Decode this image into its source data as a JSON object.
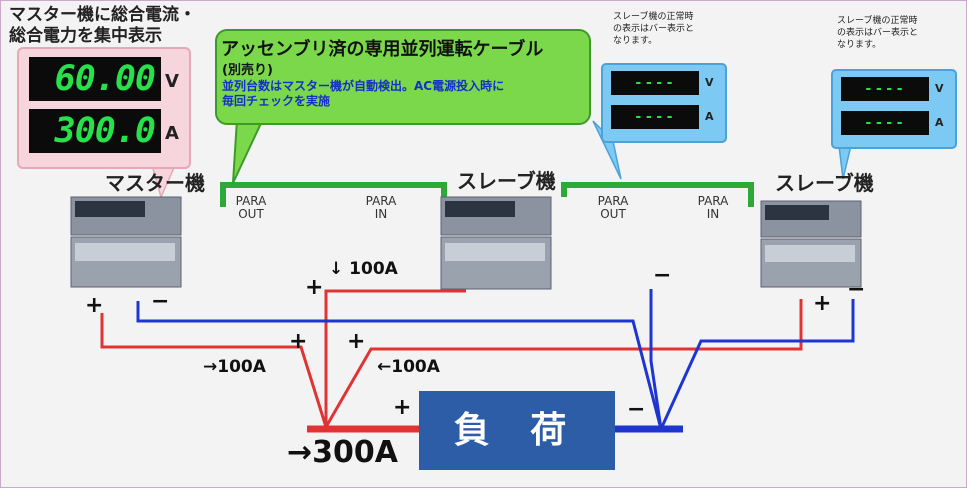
{
  "master_heading": [
    "マスター機に総合電流・",
    "総合電力を集中表示"
  ],
  "master_display": {
    "voltage": "60.00",
    "voltage_unit": "V",
    "current": "300.0",
    "current_unit": "A"
  },
  "cable_callout": {
    "title": "アッセンブリ済の専用並列運転ケーブル",
    "subtitle": "(別売り)",
    "note_line1": "並列台数はマスター機が自動検出。AC電源投入時に",
    "note_line2": "毎回チェックを実施"
  },
  "slave_note": [
    "スレーブ機の正常時",
    "の表示はバー表示と",
    "なります。"
  ],
  "slave_display": {
    "bar": "----",
    "voltage_unit": "V",
    "current_unit": "A"
  },
  "units": {
    "master": "マスター機",
    "slave1": "スレーブ機",
    "slave2": "スレーブ機"
  },
  "ports": {
    "para": "PARA",
    "out": "OUT",
    "in": "IN"
  },
  "signs": {
    "plus": "+",
    "minus": "−"
  },
  "currents": {
    "down": "↓ 100A",
    "left_in": "→100A",
    "right_in": "←100A",
    "total": "→300A"
  },
  "load_label": "負 荷",
  "colors": {
    "positive": "#e03434",
    "negative": "#1f35d0",
    "cable": "#2fa83a",
    "load": "#2e5da8",
    "display_text": "#27e04a"
  }
}
